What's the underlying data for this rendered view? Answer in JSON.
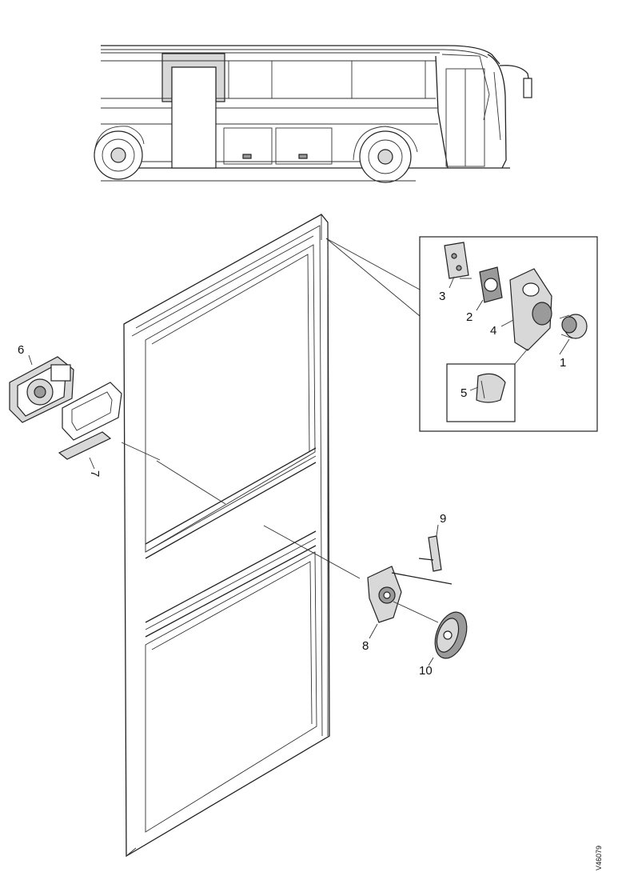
{
  "callouts": {
    "c1": "1",
    "c2": "2",
    "c3": "3",
    "c4": "4",
    "c5": "5",
    "c6": "6",
    "c7": "7",
    "c8": "8",
    "c9": "9",
    "c10": "10"
  },
  "drawing_code": "V46079"
}
